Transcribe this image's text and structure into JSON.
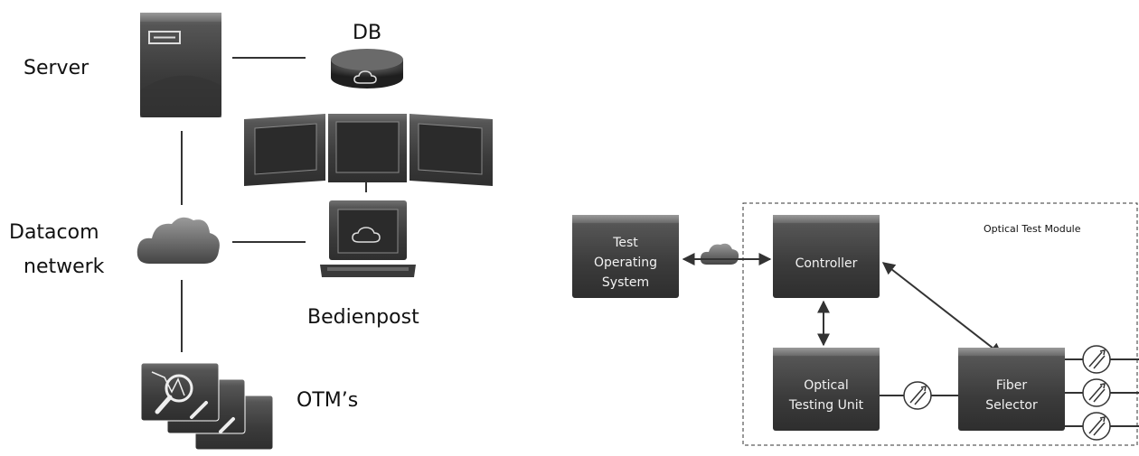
{
  "left_panel": {
    "server_label": "Server",
    "db_label": "DB",
    "network_label_line1": "Datacom",
    "network_label_line2": "netwerk",
    "workstation_label": "Bedienpost",
    "otm_label": "OTM’s"
  },
  "right_panel": {
    "module_label": "Optical Test Module",
    "tos_label": [
      "Test",
      "Operating",
      "System"
    ],
    "controller_label": "Controller",
    "otu_label": [
      "Optical",
      "Testing Unit"
    ],
    "selector_label": [
      "Fiber",
      "Selector"
    ]
  },
  "icons": [
    "server-icon",
    "database-icon",
    "monitors-icon",
    "cloud-icon",
    "laptop-icon",
    "otm-device-icon",
    "optical-connector-icon"
  ],
  "colors": {
    "box_dark": "#3a3a3a",
    "box_light": "#5a5a5a",
    "line": "#333333"
  }
}
